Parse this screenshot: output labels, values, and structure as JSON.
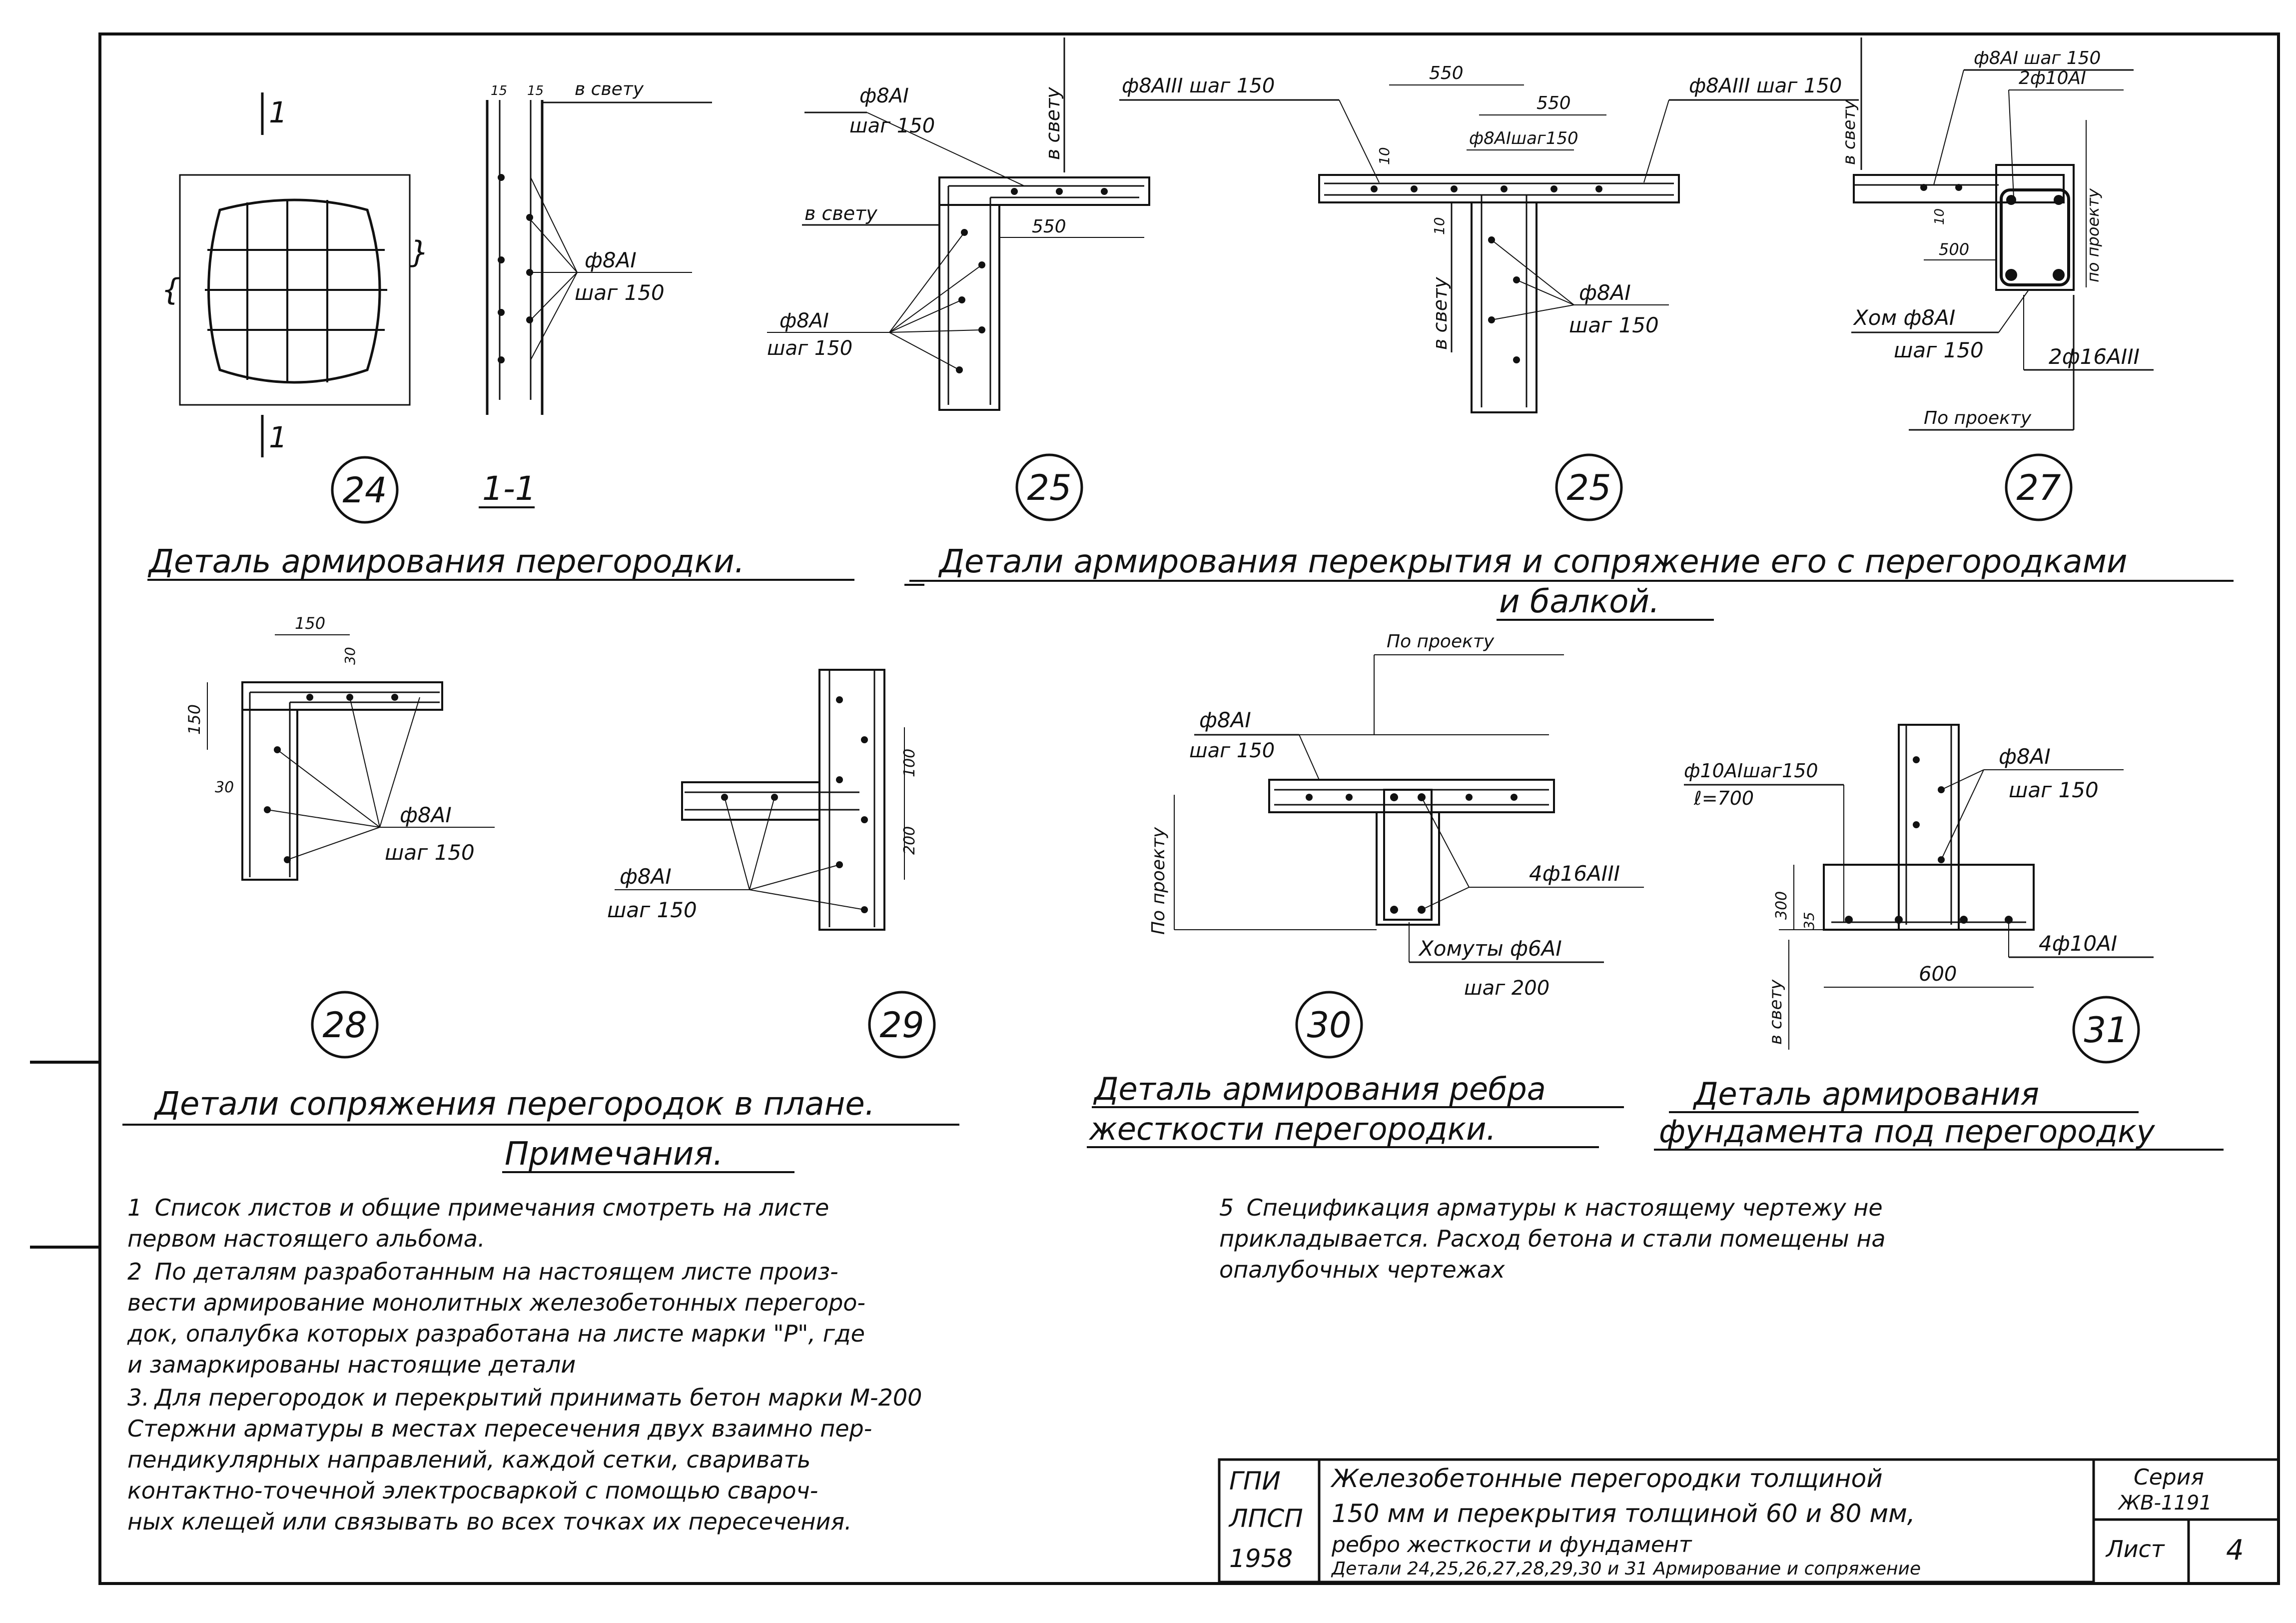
{
  "details": {
    "d24": {
      "number": "24",
      "section_mark": "1",
      "section_label": "1-1",
      "dim_15a": "15",
      "dim_15b": "15",
      "v_svetu": "в свету",
      "rebar": "ф8АI",
      "step": "шаг 150"
    },
    "d25a": {
      "number": "25",
      "rebar_top": "ф8АI",
      "step_top": "шаг 150",
      "v_svetu_v": "в свету",
      "v_svetu_h": "в свету",
      "dim_550": "550",
      "rebar_bot": "ф8АI",
      "step_bot": "шаг 150"
    },
    "d25b": {
      "number": "25",
      "rebar_left": "ф8АIII шаг 150",
      "dim_550a": "550",
      "dim_550b": "550",
      "rebar_mid": "ф8АIшаг150",
      "rebar_right": "ф8АIII шаг 150",
      "dim_10a": "10",
      "dim_10b": "10",
      "v_svetu": "в свету",
      "rebar_stem": "ф8АI",
      "step_stem": "шаг 150"
    },
    "d27": {
      "number": "27",
      "rebar_top": "ф8АI шаг 150",
      "rebar_2": "2ф10АI",
      "v_svetu": "в свету",
      "dim_10": "10",
      "dim_500": "500",
      "po_proektu_v": "по проекту",
      "homut": "Хом ф8АI",
      "step": "шаг 150",
      "rebar_16": "2ф16АIII",
      "po_proektu_h": "По проекту"
    },
    "d28": {
      "number": "28",
      "dim_150a": "150",
      "dim_150b": "150",
      "dim_30a": "30",
      "dim_30b": "30",
      "rebar": "ф8АI",
      "step": "шаг 150"
    },
    "d29": {
      "number": "29",
      "dim_100": "100",
      "dim_200": "200",
      "rebar": "ф8АI",
      "step": "шаг 150"
    },
    "d30": {
      "number": "30",
      "po_proektu": "По проекту",
      "rebar": "ф8АI",
      "step": "шаг 150",
      "po_proektu_v": "По проекту",
      "rebar_16": "4ф16АIII",
      "homut": "Хомуты ф6АI",
      "step_h": "шаг 200"
    },
    "d31": {
      "number": "31",
      "rebar_10": "ф10АIшаг150",
      "l700": "ℓ=700",
      "rebar_8": "ф8АI",
      "step": "шаг 150",
      "dim_300": "300",
      "dim_35": "35",
      "rebar_4": "4ф10АI",
      "dim_600": "600",
      "v_svetu": "в свету"
    }
  },
  "captions": {
    "c24": "Деталь армирования перегородки.",
    "c25_line1": "Детали армирования перекрытия и сопряжение его с перегородками",
    "c25_line2": "и балкой.",
    "c28": "Детали сопряжения перегородок в плане.",
    "c30_line1": "Деталь армирования ребра",
    "c30_line2": "жесткости перегородки.",
    "c31_line1": "Деталь армирования",
    "c31_line2": "фундамента под перегородку"
  },
  "notes": {
    "heading": "Примечания.",
    "n1": [
      "1",
      "Список листов и общие примечания смотреть на листе",
      "первом настоящего альбома."
    ],
    "n2": [
      "2",
      "По деталям разработанным на настоящем листе произ-",
      "вести армирование монолитных железобетонных перегоро-",
      "док, опалубка которых разработана на листе марки \"Р\", где",
      "и замаркированы настоящие детали"
    ],
    "n3": [
      "3.",
      "Для перегородок и перекрытий принимать бетон марки М-200",
      "Стержни арматуры в местах пересечения двух взаимно пер-",
      "пендикулярных направлений, каждой сетки, сваривать",
      "контактно-точечной электросваркой с помощью сварoч-",
      "ных клещей или связывать во всех точках их пересечения."
    ],
    "n5": [
      "5",
      "Спецификация арматуры к настоящему чертежу не",
      "прикладывается. Расход бетона и стали помещены на",
      "опалубочных чертежах"
    ]
  },
  "title_block": {
    "org": [
      "ГПИ",
      "ЛПСП",
      "1958"
    ],
    "title": [
      "Железобетонные перегородки толщиной",
      "150 мм и перекрытия толщиной 60 и 80 мм,",
      "ребро жесткости и фундамент",
      "Детали 24,25,26,27,28,29,30 и 31 Армирование и сопряжение"
    ],
    "series_label": "Серия",
    "series_value": "ЖВ-1191",
    "sheet_label": "Лист",
    "sheet_value": "4"
  }
}
